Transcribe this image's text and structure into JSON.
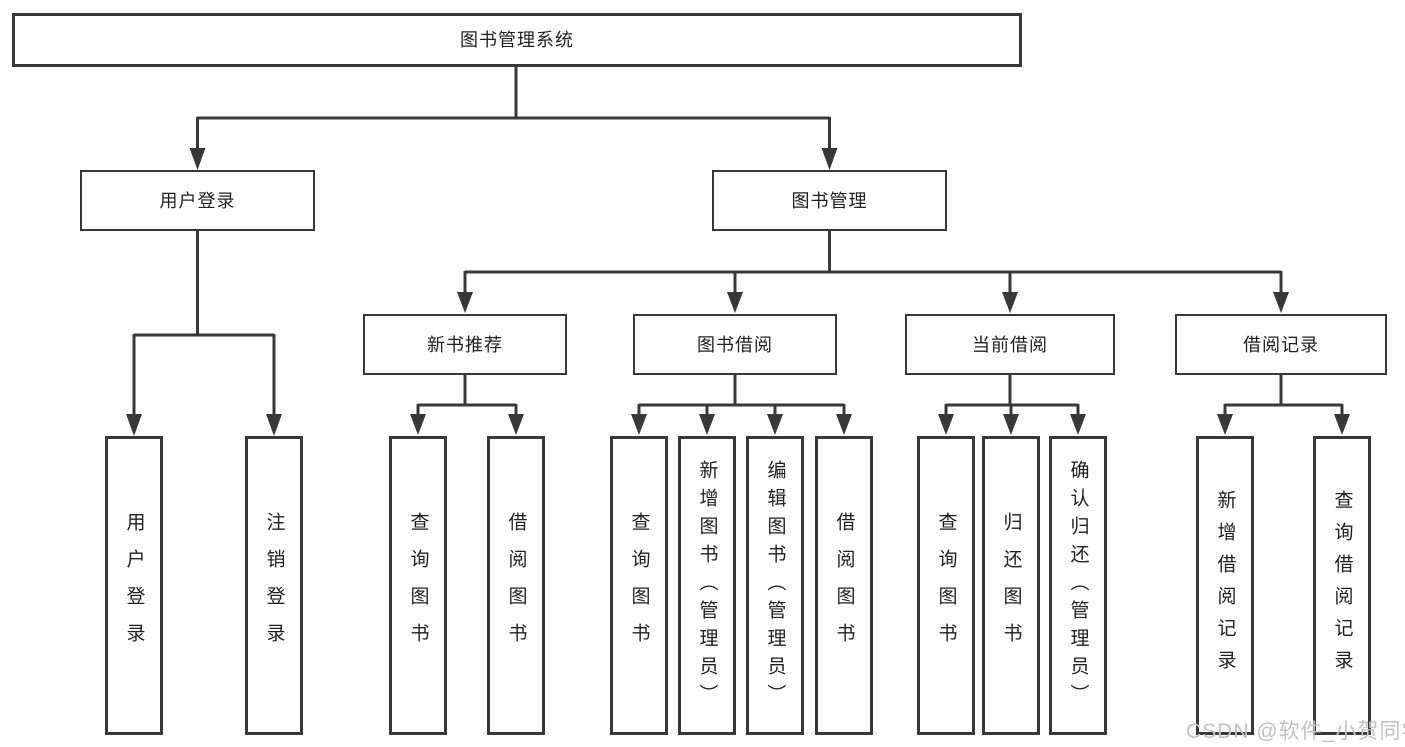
{
  "root": {
    "label": "图书管理系统"
  },
  "level2": {
    "user_login": {
      "label": "用户登录"
    },
    "book_management": {
      "label": "图书管理"
    }
  },
  "level3": {
    "new_book": {
      "label": "新书推荐"
    },
    "book_borrow": {
      "label": "图书借阅"
    },
    "current_borrow": {
      "label": "当前借阅"
    },
    "borrow_record": {
      "label": "借阅记录"
    }
  },
  "leaves": {
    "user_login": {
      "login": "用户登录",
      "logout": "注销登录"
    },
    "new_book": {
      "query": "查询图书",
      "borrow": "借阅图书"
    },
    "book_borrow": {
      "query": "查询图书",
      "add": "新增图书（管理员）",
      "edit": "编辑图书（管理员）",
      "borrow": "借阅图书"
    },
    "current_borrow": {
      "query": "查询图书",
      "return": "归还图书",
      "confirm_return": "确认归还（管理员）"
    },
    "borrow_record": {
      "add": "新增借阅记录",
      "query": "查询借阅记录"
    }
  },
  "watermark": "CSDN @软件_小贺同学",
  "colors": {
    "line": "#383838",
    "text": "#1f1f1f",
    "watermark": "#c2c2c2",
    "background": "#ffffff"
  }
}
